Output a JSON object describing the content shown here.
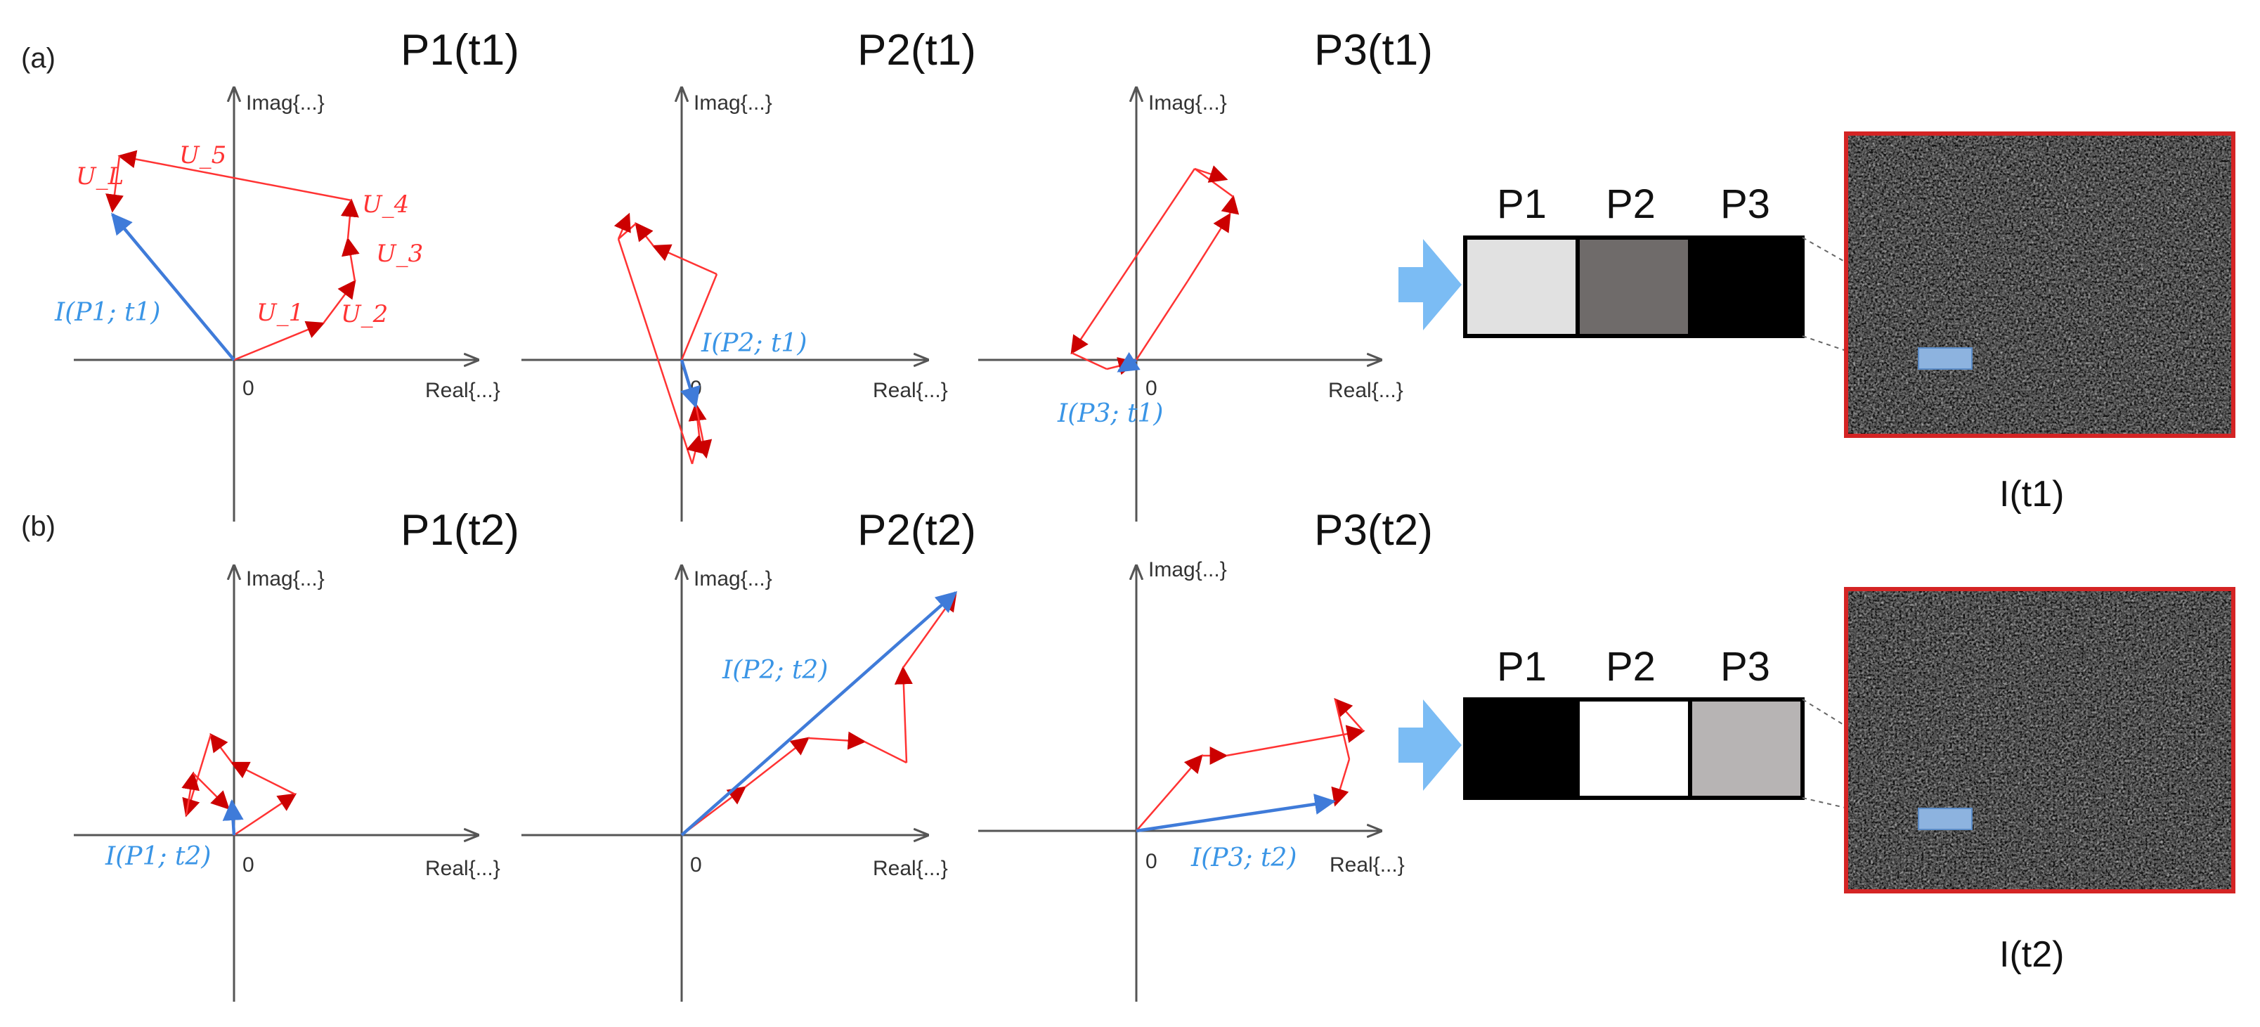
{
  "panel_labels": {
    "a": "(a)",
    "b": "(b)"
  },
  "axis": {
    "imag_label": "Imag{...}",
    "real_label": "Real{...}",
    "origin_label": "0"
  },
  "plots": [
    {
      "title": "P1(t1)",
      "result_label": "I(P1; t1)",
      "phasor_labels": [
        "U_L",
        "U_5",
        "U_4",
        "U_3",
        "U_2",
        "U_1"
      ]
    },
    {
      "title": "P2(t1)",
      "result_label": "I(P2; t1)"
    },
    {
      "title": "P3(t1)",
      "result_label": "I(P3; t1)"
    },
    {
      "title": "P1(t2)",
      "result_label": "I(P1; t2)"
    },
    {
      "title": "P2(t2)",
      "result_label": "I(P2; t2)"
    },
    {
      "title": "P3(t2)",
      "result_label": "I(P3; t2)"
    }
  ],
  "pixel_bars": [
    {
      "labels": [
        "P1",
        "P2",
        "P3"
      ],
      "shades": [
        "#e1e1e1",
        "#6f6b6a",
        "#000000"
      ]
    },
    {
      "labels": [
        "P1",
        "P2",
        "P3"
      ],
      "shades": [
        "#000000",
        "#ffffff",
        "#b7b4b4"
      ]
    }
  ],
  "speckle_images": [
    {
      "caption": "I(t1)"
    },
    {
      "caption": "I(t2)"
    }
  ],
  "colors": {
    "phasor": "#ff3333",
    "arrowhead": "#cc0000",
    "resultant": "#3f7bd9",
    "result_text": "#3a95e6",
    "flow_arrow": "#7bbcf4",
    "image_border": "#d42424",
    "highlight_box": "#8db3df"
  }
}
